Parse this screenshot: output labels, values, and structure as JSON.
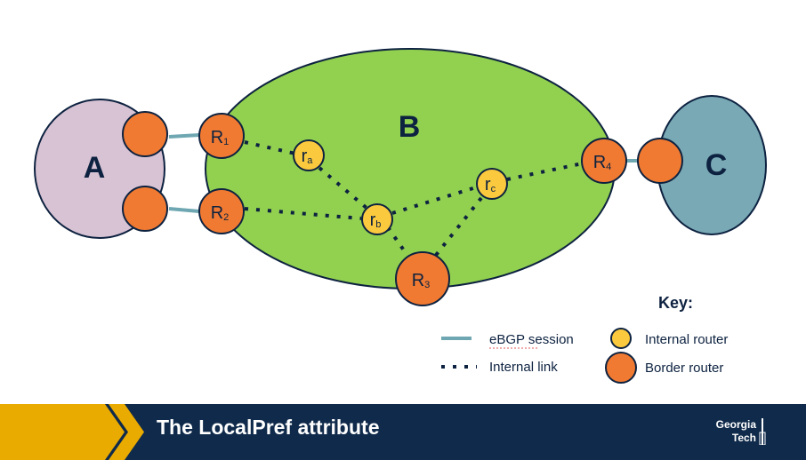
{
  "diagram": {
    "as_labels": {
      "a": "A",
      "b": "B",
      "c": "C"
    },
    "routers": {
      "r1": {
        "main": "R",
        "sub": "1"
      },
      "r2": {
        "main": "R",
        "sub": "2"
      },
      "r3": {
        "main": "R",
        "sub": "3"
      },
      "r4": {
        "main": "R",
        "sub": "4"
      },
      "ra": {
        "main": "r",
        "sub": "a"
      },
      "rb": {
        "main": "r",
        "sub": "b"
      },
      "rc": {
        "main": "r",
        "sub": "c"
      }
    },
    "key": {
      "title": "Key:",
      "ebgp": "eBGP session",
      "internal_link": "Internal link",
      "internal_router": "Internal router",
      "border_router": "Border router"
    },
    "colors": {
      "as_a_fill": "#d8c3d4",
      "as_b_fill": "#92d050",
      "as_c_fill": "#79a9b5",
      "border_router": "#f07a32",
      "internal_router": "#fbc93e",
      "ebgp_line": "#6ea7b1",
      "internal_line": "#0d2240"
    }
  },
  "footer": {
    "title": "The LocalPref attribute",
    "logo_line1": "Georgia",
    "logo_line2": "Tech",
    "accent": "#eaab00",
    "background": "#0f2a4b"
  }
}
